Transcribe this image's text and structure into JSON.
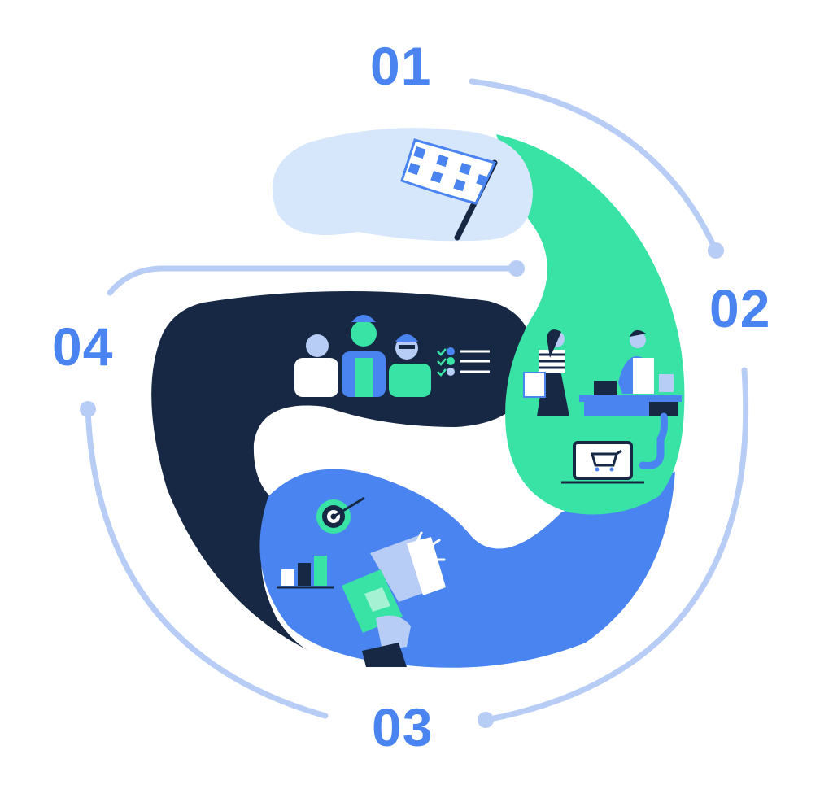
{
  "steps": [
    {
      "number": "01",
      "icon": "finish-flag-icon"
    },
    {
      "number": "02",
      "icon": "shop-checkout-icon"
    },
    {
      "number": "03",
      "icon": "megaphone-icon"
    },
    {
      "number": "04",
      "icon": "team-checklist-icon"
    }
  ],
  "colors": {
    "accent": "#4a84f0",
    "arc": "#b8cdf6",
    "green": "#38e3a5",
    "navy": "#172844",
    "light_blue": "#d6e6fb",
    "blue": "#4a84f0"
  }
}
